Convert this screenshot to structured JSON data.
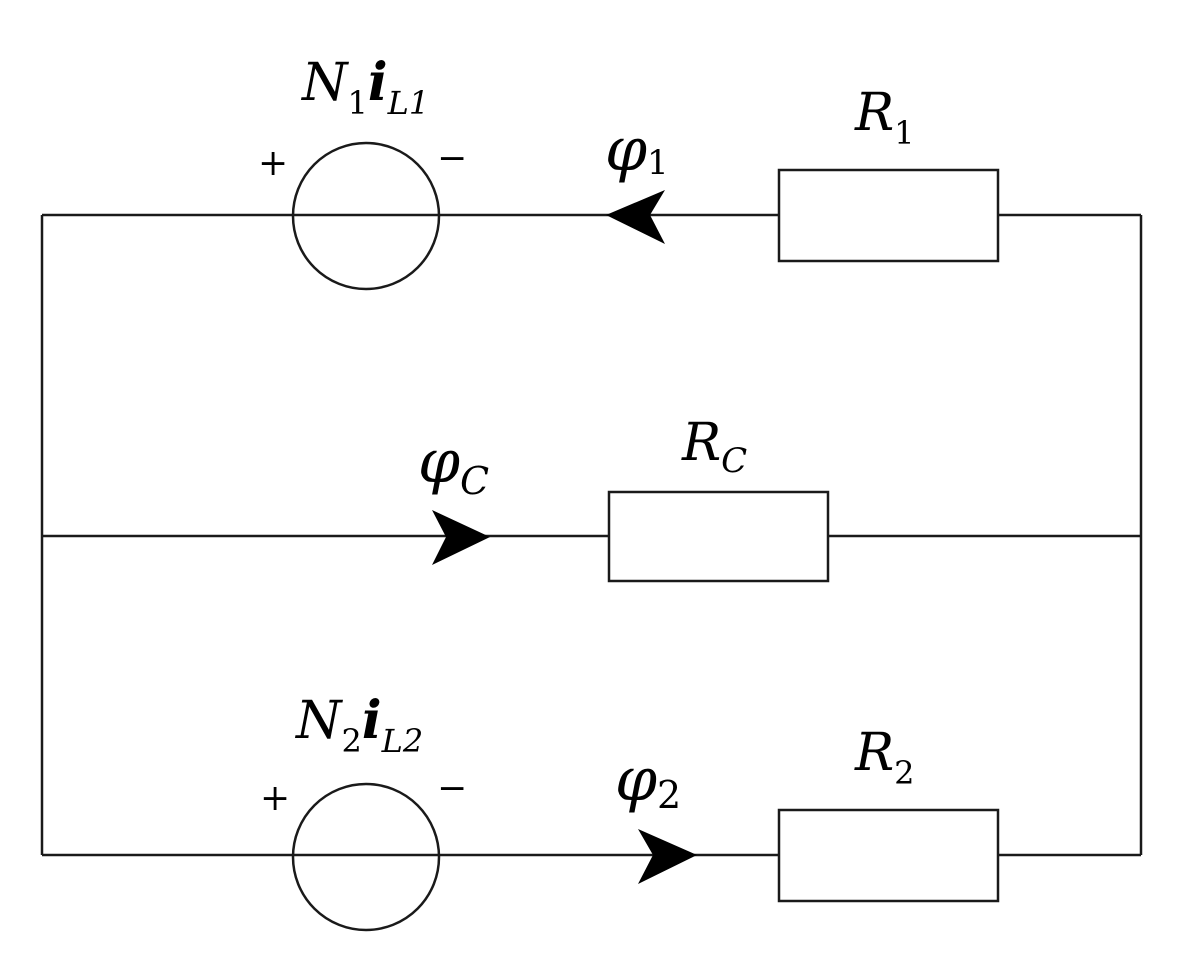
{
  "circuit": {
    "branch1": {
      "source": {
        "coef": "N",
        "coef_sub": "1",
        "var": "i",
        "var_sub": "L1",
        "plus": "+",
        "minus": "−"
      },
      "flux": {
        "symbol": "φ",
        "sub": "1"
      },
      "resistor": {
        "symbol": "R",
        "sub": "1"
      }
    },
    "branch_c": {
      "flux": {
        "symbol": "φ",
        "sub": "C"
      },
      "resistor": {
        "symbol": "R",
        "sub": "C"
      }
    },
    "branch2": {
      "source": {
        "coef": "N",
        "coef_sub": "2",
        "var": "i",
        "var_sub": "L2",
        "plus": "+",
        "minus": "−"
      },
      "flux": {
        "symbol": "φ",
        "sub": "2"
      },
      "resistor": {
        "symbol": "R",
        "sub": "2"
      }
    }
  }
}
